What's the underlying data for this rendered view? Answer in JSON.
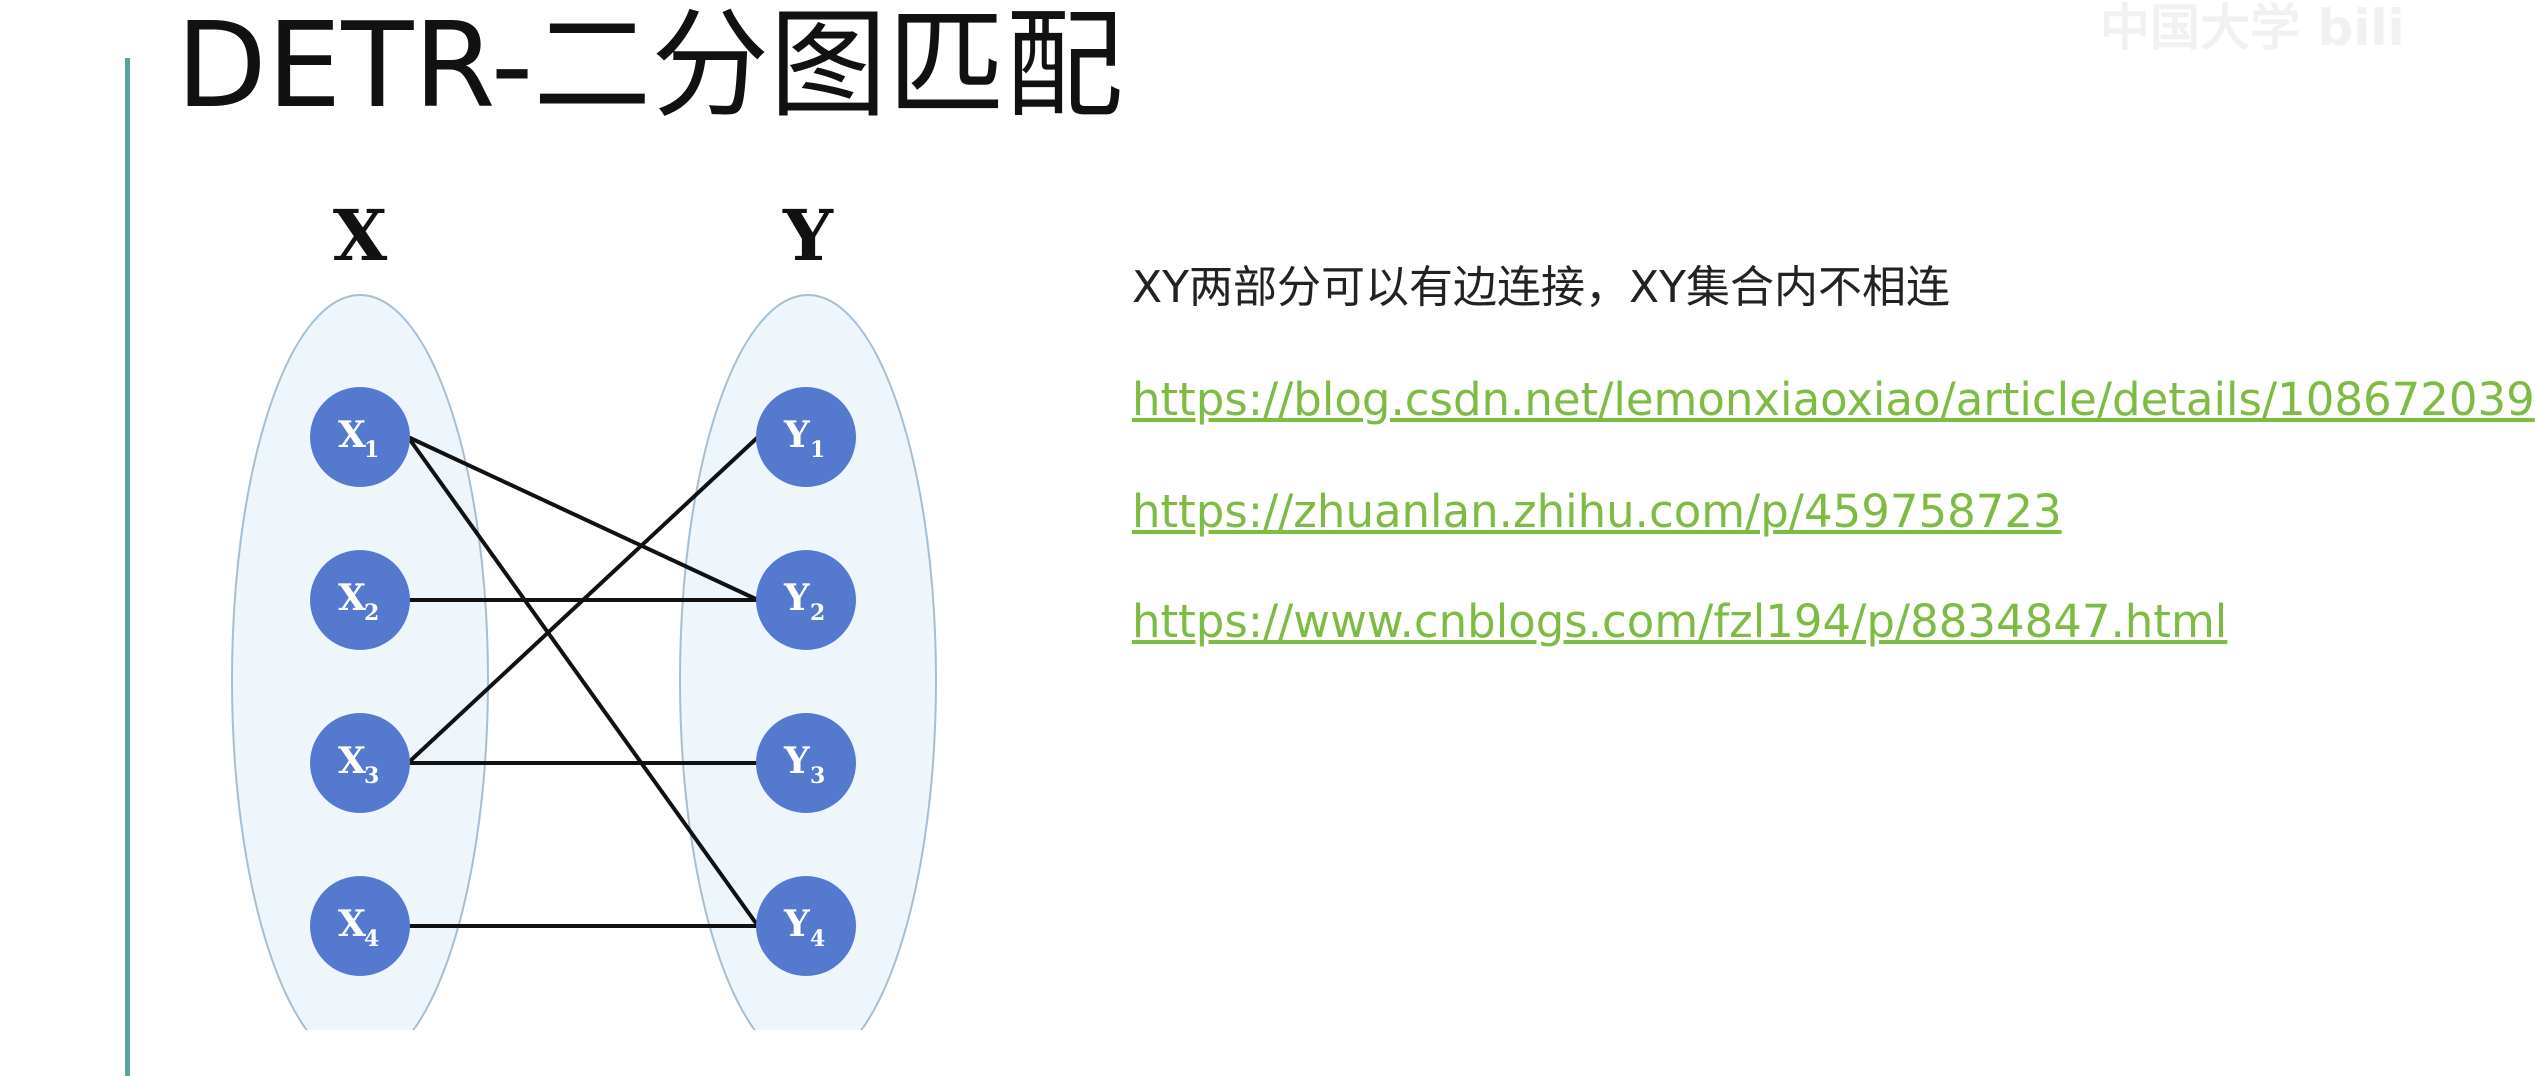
{
  "title": "DETR-二分图匹配",
  "watermark": "中国大学 bili",
  "diagram": {
    "set_x_label": "X",
    "set_y_label": "Y",
    "x_nodes": [
      {
        "main": "X",
        "sub": "1"
      },
      {
        "main": "X",
        "sub": "2"
      },
      {
        "main": "X",
        "sub": "3"
      },
      {
        "main": "X",
        "sub": "4"
      }
    ],
    "y_nodes": [
      {
        "main": "Y",
        "sub": "1"
      },
      {
        "main": "Y",
        "sub": "2"
      },
      {
        "main": "Y",
        "sub": "3"
      },
      {
        "main": "Y",
        "sub": "4"
      }
    ],
    "edges": [
      [
        "X1",
        "Y2"
      ],
      [
        "X1",
        "Y4"
      ],
      [
        "X2",
        "Y2"
      ],
      [
        "X3",
        "Y1"
      ],
      [
        "X3",
        "Y3"
      ],
      [
        "X4",
        "Y4"
      ]
    ],
    "colors": {
      "node": "#5479cf",
      "ellipse_fill": "#eef6fc",
      "ellipse_stroke": "#a4bfd4",
      "edge": "#111111"
    }
  },
  "note": "XY两部分可以有边连接，XY集合内不相连",
  "links": [
    "https://blog.csdn.net/lemonxiaoxiao/article/details/108672039",
    "https://zhuanlan.zhihu.com/p/459758723",
    "https://www.cnblogs.com/fzl194/p/8834847.html"
  ]
}
